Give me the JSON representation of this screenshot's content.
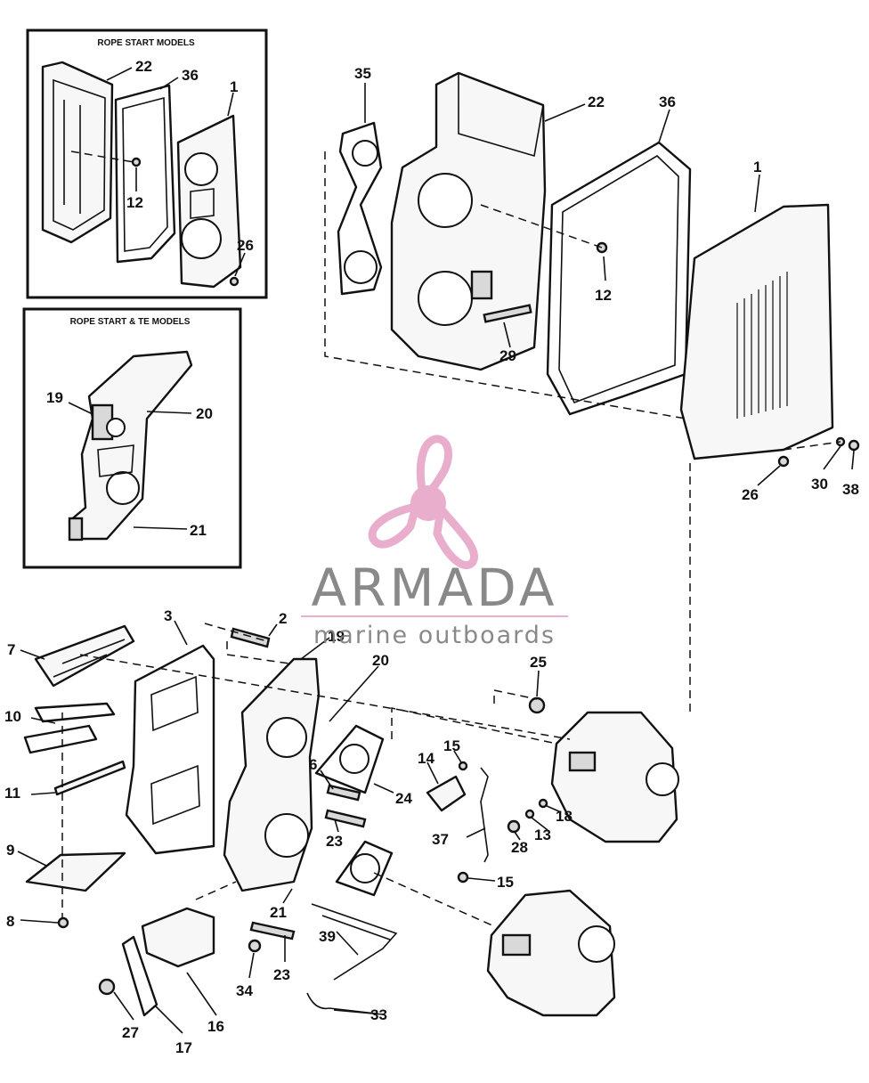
{
  "insets": [
    {
      "title": "ROPE START MODELS"
    },
    {
      "title": "ROPE START & TE MODELS"
    }
  ],
  "callouts": {
    "inset1": [
      "22",
      "36",
      "1",
      "12",
      "26"
    ],
    "inset2": [
      "19",
      "20",
      "21"
    ],
    "main": [
      "35",
      "22",
      "36",
      "1",
      "12",
      "29",
      "30",
      "38",
      "26",
      "2",
      "3",
      "7",
      "10",
      "11",
      "9",
      "8",
      "19",
      "20",
      "6",
      "23",
      "24",
      "21",
      "23",
      "34",
      "27",
      "17",
      "16",
      "39",
      "33",
      "25",
      "15",
      "14",
      "37",
      "15",
      "18",
      "13",
      "28"
    ]
  },
  "watermark": {
    "brand": "ARMADA",
    "tagline": "marine outboards",
    "icon": "propeller-logo-icon",
    "colors": {
      "prop": "#e7a6c7",
      "text": "#7d7d7d",
      "rule": "#e7a6c7"
    }
  }
}
